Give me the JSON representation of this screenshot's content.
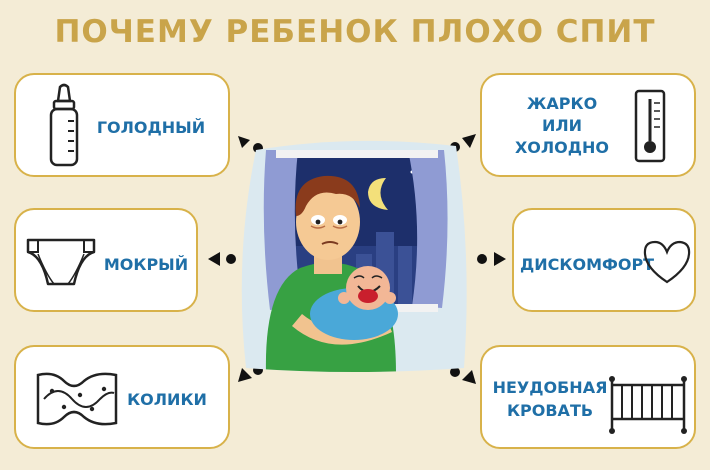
{
  "title": "ПОЧЕМУ РЕБЕНОК ПЛОХО СПИТ",
  "colors": {
    "background": "#f4ecd6",
    "title": "#c9a44a",
    "card_border": "#d8b24a",
    "label": "#1f6fa7"
  },
  "causes": {
    "hungry": "ГОЛОДНЫЙ",
    "wet": "МОКРЫЙ",
    "colic": "КОЛИКИ",
    "temp_line1": "ЖАРКО",
    "temp_line2": "ИЛИ",
    "temp_line3": "ХОЛОДНО",
    "discomfort": "ДИСКОМФОРТ",
    "bed_line1": "НЕУДОБНАЯ",
    "bed_line2": "КРОВАТЬ"
  },
  "icons": {
    "hungry": "baby-bottle-icon",
    "wet": "diaper-icon",
    "colic": "swaddle-icon",
    "temperature": "thermometer-icon",
    "discomfort": "heart-icon",
    "bed": "crib-icon"
  }
}
